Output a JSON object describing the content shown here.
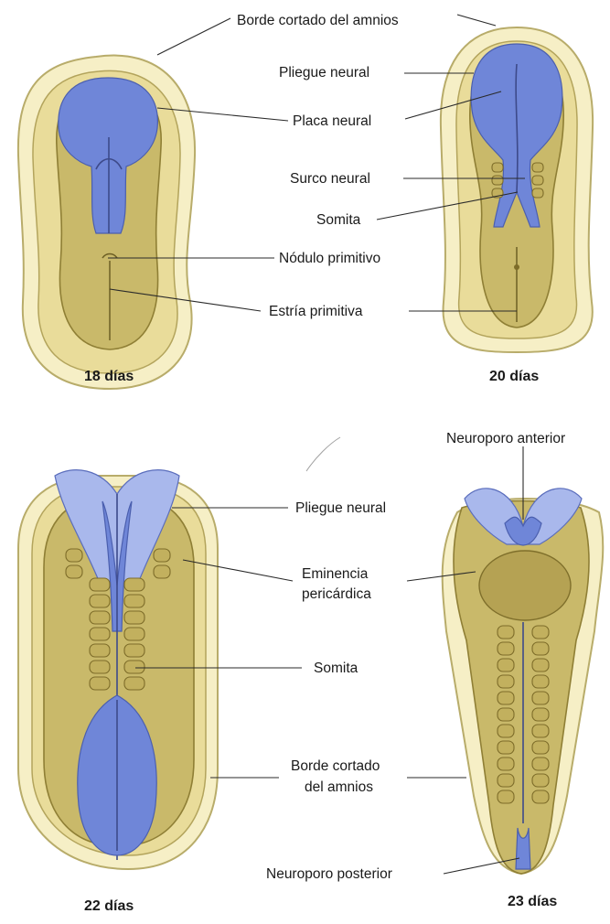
{
  "panels": {
    "day18": {
      "caption": "18 días"
    },
    "day20": {
      "caption": "20 días"
    },
    "day22": {
      "caption": "22 días"
    },
    "day23": {
      "caption": "23 días"
    }
  },
  "labels": {
    "borde_cortado_amnios_top": "Borde cortado del amnios",
    "pliegue_neural_top": "Pliegue neural",
    "placa_neural": "Placa neural",
    "surco_neural": "Surco neural",
    "somita_top": "Somita",
    "nodulo_primitivo": "Nódulo primitivo",
    "estria_primitiva": "Estría primitiva",
    "neuroporo_anterior": "Neuroporo anterior",
    "pliegue_neural_bottom": "Pliegue neural",
    "eminencia_line1": "Eminencia",
    "eminencia_line2": "pericárdica",
    "somita_bottom": "Somita",
    "borde_cortado_line1": "Borde cortado",
    "borde_cortado_line2": "del amnios",
    "neuroporo_posterior": "Neuroporo posterior"
  },
  "colors": {
    "neural_plate": "#6f86d8",
    "embryo": "#c9b96a",
    "amnion": "#f6efc6"
  }
}
